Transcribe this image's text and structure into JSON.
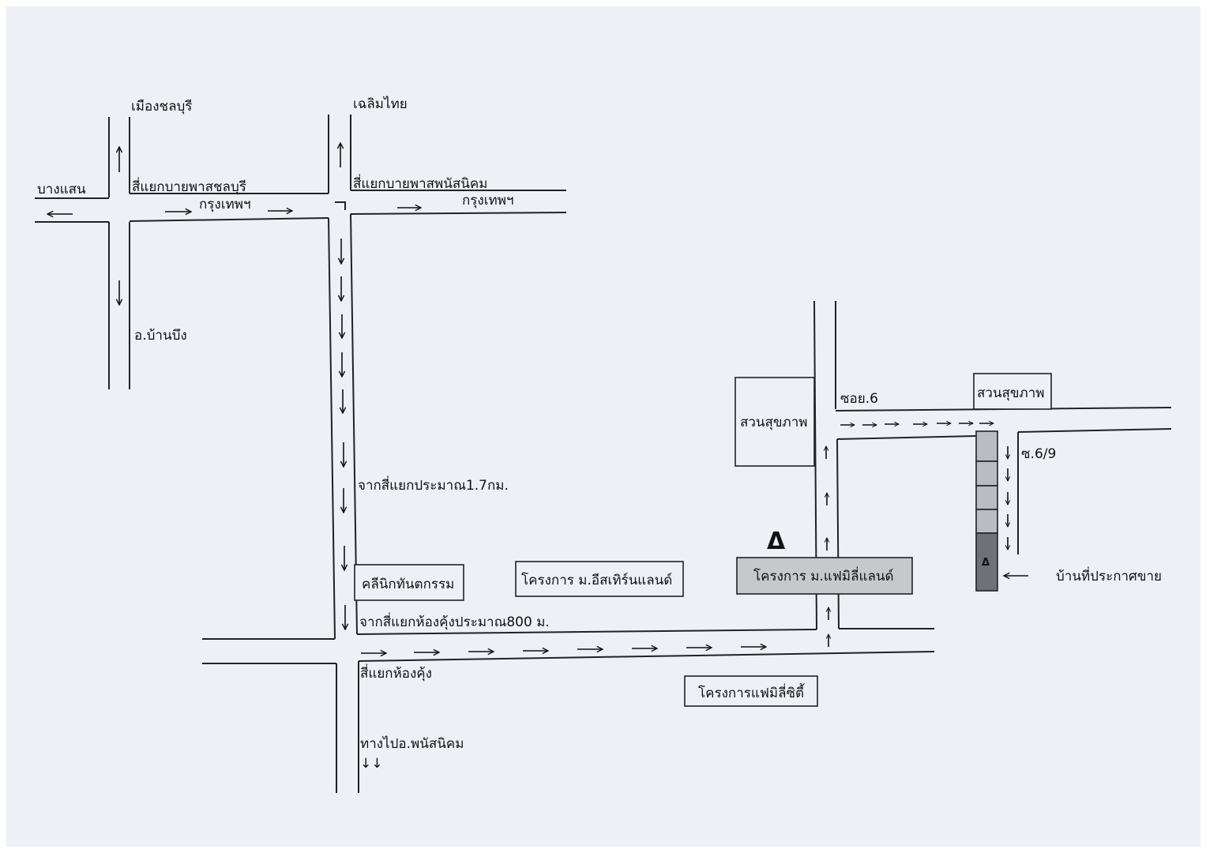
{
  "colors": {
    "paper": "#eef0f6",
    "line": "#222222",
    "building_fill": "#c6c8cc",
    "house_plot_fill": "#b9bcc2",
    "house_fill": "#6f7176",
    "box_fill": "#eef0f6"
  },
  "labels": {
    "mueang_chonburi": "เมืองชลบุรี",
    "chaloem_thai": "เฉลิมไทย",
    "bang_saen": "บางแสน",
    "bypass_chonburi": "สี่แยกบายพาสชลบุรี",
    "bangkok_1": "กรุงเทพฯ",
    "bypass_phanat": "สี่แยกบายพาสพนัสนิคม",
    "bangkok_2": "กรุงเทพฯ",
    "ban_bueng": "อ.บ้านบึง",
    "from_junction_17": "จากสี่แยกประมาณ1.7กม.",
    "from_khongkung_800": "จากสี่แยกห้องคุ้งประมาณ800 ม.",
    "khongkung_junction": "สี่แยกห้องคุ้ง",
    "to_phanat": "ทางไปอ.พนัสนิคม",
    "to_phanat_arrows": "↓↓",
    "soi_6": "ซอย.6",
    "soi_6_9": "ซ.6/9",
    "house_for_sale": "บ้านที่ประกาศขาย",
    "land_marker": "Δ",
    "house_marker": "Δ"
  },
  "places": {
    "dental_clinic": "คลีนิกทันตกรรม",
    "eastern_land": "โครงการ ม.อีสเทิร์นแลนด์",
    "family_land": "โครงการ ม.แฟมิลี่แลนด์",
    "family_city": "โครงการแฟมิลี่ซิตี้",
    "park_left": "สวนสุขภาพ",
    "park_right": "สวนสุขภาพ"
  },
  "icons": {
    "direction": "arrow-icon",
    "landmark": "triangle-marker-icon"
  }
}
